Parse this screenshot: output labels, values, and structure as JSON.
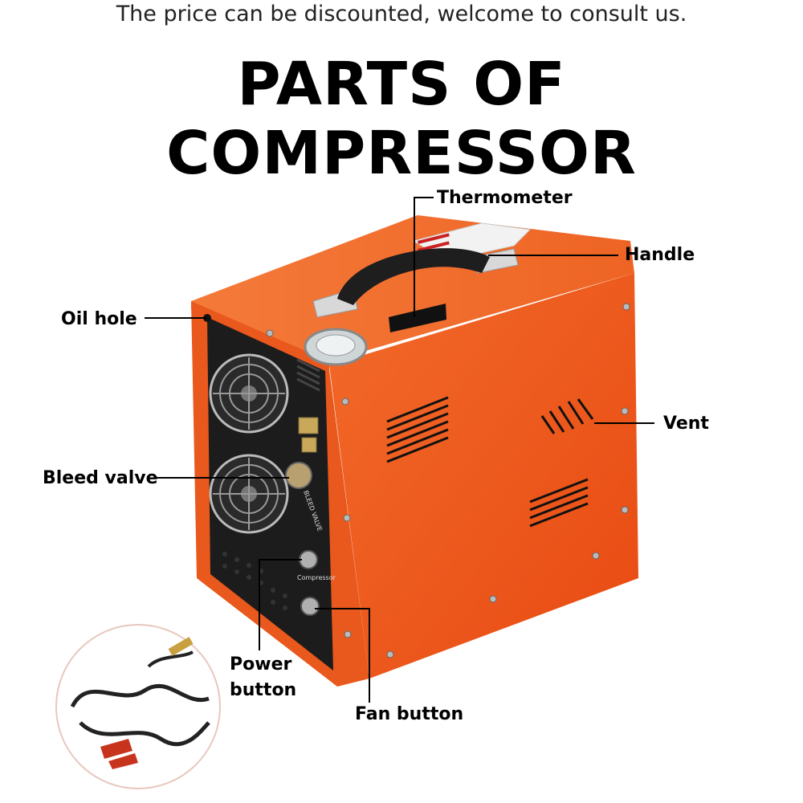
{
  "header": {
    "subtitle": "The price can be discounted, welcome to consult us.",
    "title": "PARTS OF COMPRESSOR"
  },
  "labels": {
    "thermometer": "Thermometer",
    "handle": "Handle",
    "oil_hole": "Oil hole",
    "vent": "Vent",
    "bleed_valve": "Bleed valve",
    "power_button": "Power button",
    "fan_button": "Fan button"
  },
  "panel_print": {
    "bleed_valve": "BLEED VALVE",
    "compressor": "Compressor"
  },
  "colors": {
    "body_orange": "#f0561a",
    "panel_black": "#1c1c1c",
    "text": "#000000"
  }
}
